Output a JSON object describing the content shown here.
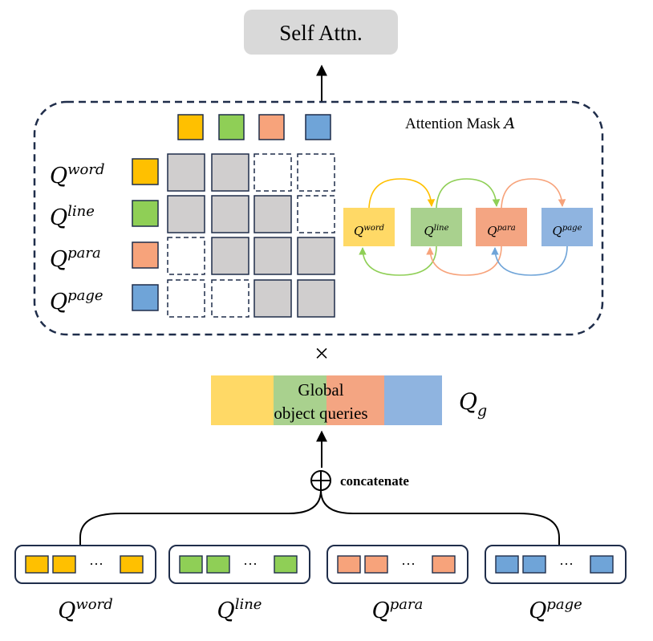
{
  "self_attn_label": "Self Attn.",
  "mask": {
    "title_text": "Attention Mask ",
    "title_var": "A",
    "rows": [
      {
        "base": "Q",
        "sup": "word",
        "cells": [
          true,
          true,
          false,
          false
        ]
      },
      {
        "base": "Q",
        "sup": "line",
        "cells": [
          true,
          true,
          true,
          false
        ]
      },
      {
        "base": "Q",
        "sup": "para",
        "cells": [
          false,
          true,
          true,
          true
        ]
      },
      {
        "base": "Q",
        "sup": "page",
        "cells": [
          false,
          false,
          true,
          true
        ]
      }
    ]
  },
  "graph_nodes": [
    {
      "base": "Q",
      "sup": "word"
    },
    {
      "base": "Q",
      "sup": "line"
    },
    {
      "base": "Q",
      "sup": "para"
    },
    {
      "base": "Q",
      "sup": "page"
    }
  ],
  "times_symbol": "×",
  "global": {
    "line1": "Global",
    "line2": "object queries",
    "qg_base": "Q",
    "qg_sub": "g"
  },
  "concat": {
    "symbol": "⊕",
    "label": "concatenate"
  },
  "ellipsis": "···",
  "groups": [
    {
      "base": "Q",
      "sup": "word"
    },
    {
      "base": "Q",
      "sup": "line"
    },
    {
      "base": "Q",
      "sup": "para"
    },
    {
      "base": "Q",
      "sup": "page"
    }
  ],
  "colors": {
    "word": "#ffc000",
    "line": "#8fcf56",
    "para": "#f7a37b",
    "page": "#6fa4d8",
    "word_light": "#ffd966",
    "line_light": "#a9d18e",
    "para_light": "#f4a582",
    "page_light": "#8fb4e0",
    "mask_gray": "#d0cece",
    "dark": "#1f2d4a",
    "self_attn_bg": "#d9d9d9"
  }
}
